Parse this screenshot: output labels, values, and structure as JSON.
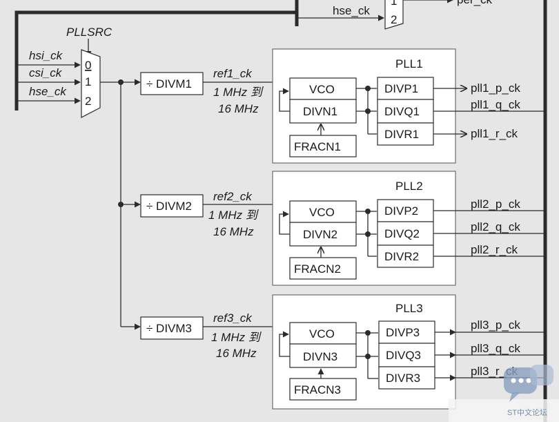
{
  "top": {
    "mux_inputs": [
      "1",
      "2"
    ],
    "hse_label": "hse_ck",
    "output_label": "per_ck"
  },
  "pllsrc": {
    "title": "PLLSRC",
    "inputs": [
      "hsi_ck",
      "csi_ck",
      "hse_ck"
    ],
    "mux_labels": [
      "0",
      "1",
      "2"
    ]
  },
  "plls": [
    {
      "title": "PLL1",
      "divm": "÷ DIVM1",
      "ref": "ref1_ck",
      "range1": "1 MHz 到",
      "range2": "16 MHz",
      "vco": "VCO",
      "divn": "DIVN1",
      "fracn": "FRACN1",
      "divp": "DIVP1",
      "divq": "DIVQ1",
      "divr": "DIVR1",
      "out_p": "pll1_p_ck",
      "out_q": "pll1_q_ck",
      "out_r": "pll1_r_ck"
    },
    {
      "title": "PLL2",
      "divm": "÷ DIVM2",
      "ref": "ref2_ck",
      "range1": "1 MHz 到",
      "range2": "16 MHz",
      "vco": "VCO",
      "divn": "DIVN2",
      "fracn": "FRACN2",
      "divp": "DIVP2",
      "divq": "DIVQ2",
      "divr": "DIVR2",
      "out_p": "pll2_p_ck",
      "out_q": "pll2_q_ck",
      "out_r": "pll2_r_ck"
    },
    {
      "title": "PLL3",
      "divm": "÷ DIVM3",
      "ref": "ref3_ck",
      "range1": "1 MHz 到",
      "range2": "16 MHz",
      "vco": "VCO",
      "divn": "DIVN3",
      "fracn": "FRACN3",
      "divp": "DIVP3",
      "divq": "DIVQ3",
      "divr": "DIVR3",
      "out_p": "pll3_p_ck",
      "out_q": "pll3_q_ck",
      "out_r": "pll3_r_ck"
    }
  ],
  "watermark": {
    "text": "ST中文论坛"
  }
}
